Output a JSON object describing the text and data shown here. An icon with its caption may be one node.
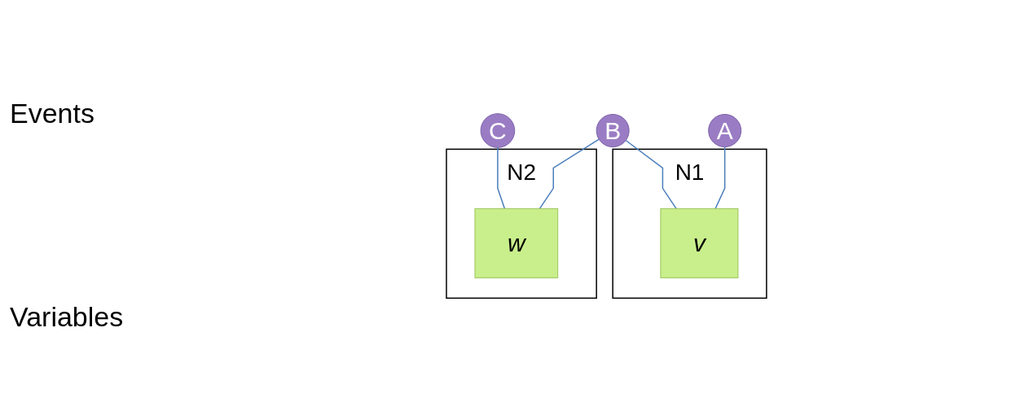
{
  "diagram": {
    "nodes": [
      {
        "text": [
          "N1"
        ]
      },
      {
        "text": [
          "N2"
        ]
      },
      {
        "text": [
          "A"
        ]
      },
      {
        "text": [
          "B"
        ]
      },
      {
        "text": [
          "C"
        ]
      },
      {
        "text": [
          "v"
        ],
        "in": 0
      },
      {
        "text": [
          "w"
        ],
        "in": 1
      }
    ],
    "edges": [
      {
        "from": 2,
        "to": 5,
        "arrow": "none"
      },
      {
        "from": 3,
        "to": 5,
        "arrow": "none"
      },
      {
        "from": 3,
        "to": 6,
        "arrow": "none"
      },
      {
        "from": 4,
        "to": 6,
        "arrow": "none"
      }
    ],
    "labels": [
      "Events",
      "Variables"
    ]
  }
}
